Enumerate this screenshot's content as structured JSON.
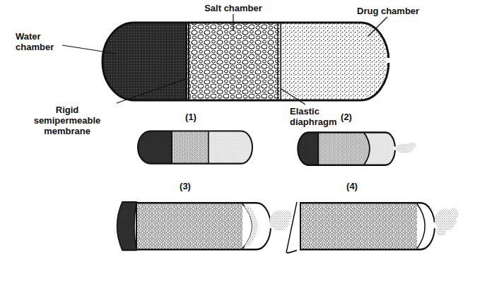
{
  "diagram": {
    "labels": [
      "Salt chamber",
      "Drug chamber",
      "Water chamber",
      "Rigid semipermeable membrane",
      "Elastic diaphragm",
      "(1)",
      "(2)",
      "(3)",
      "(4)"
    ]
  }
}
